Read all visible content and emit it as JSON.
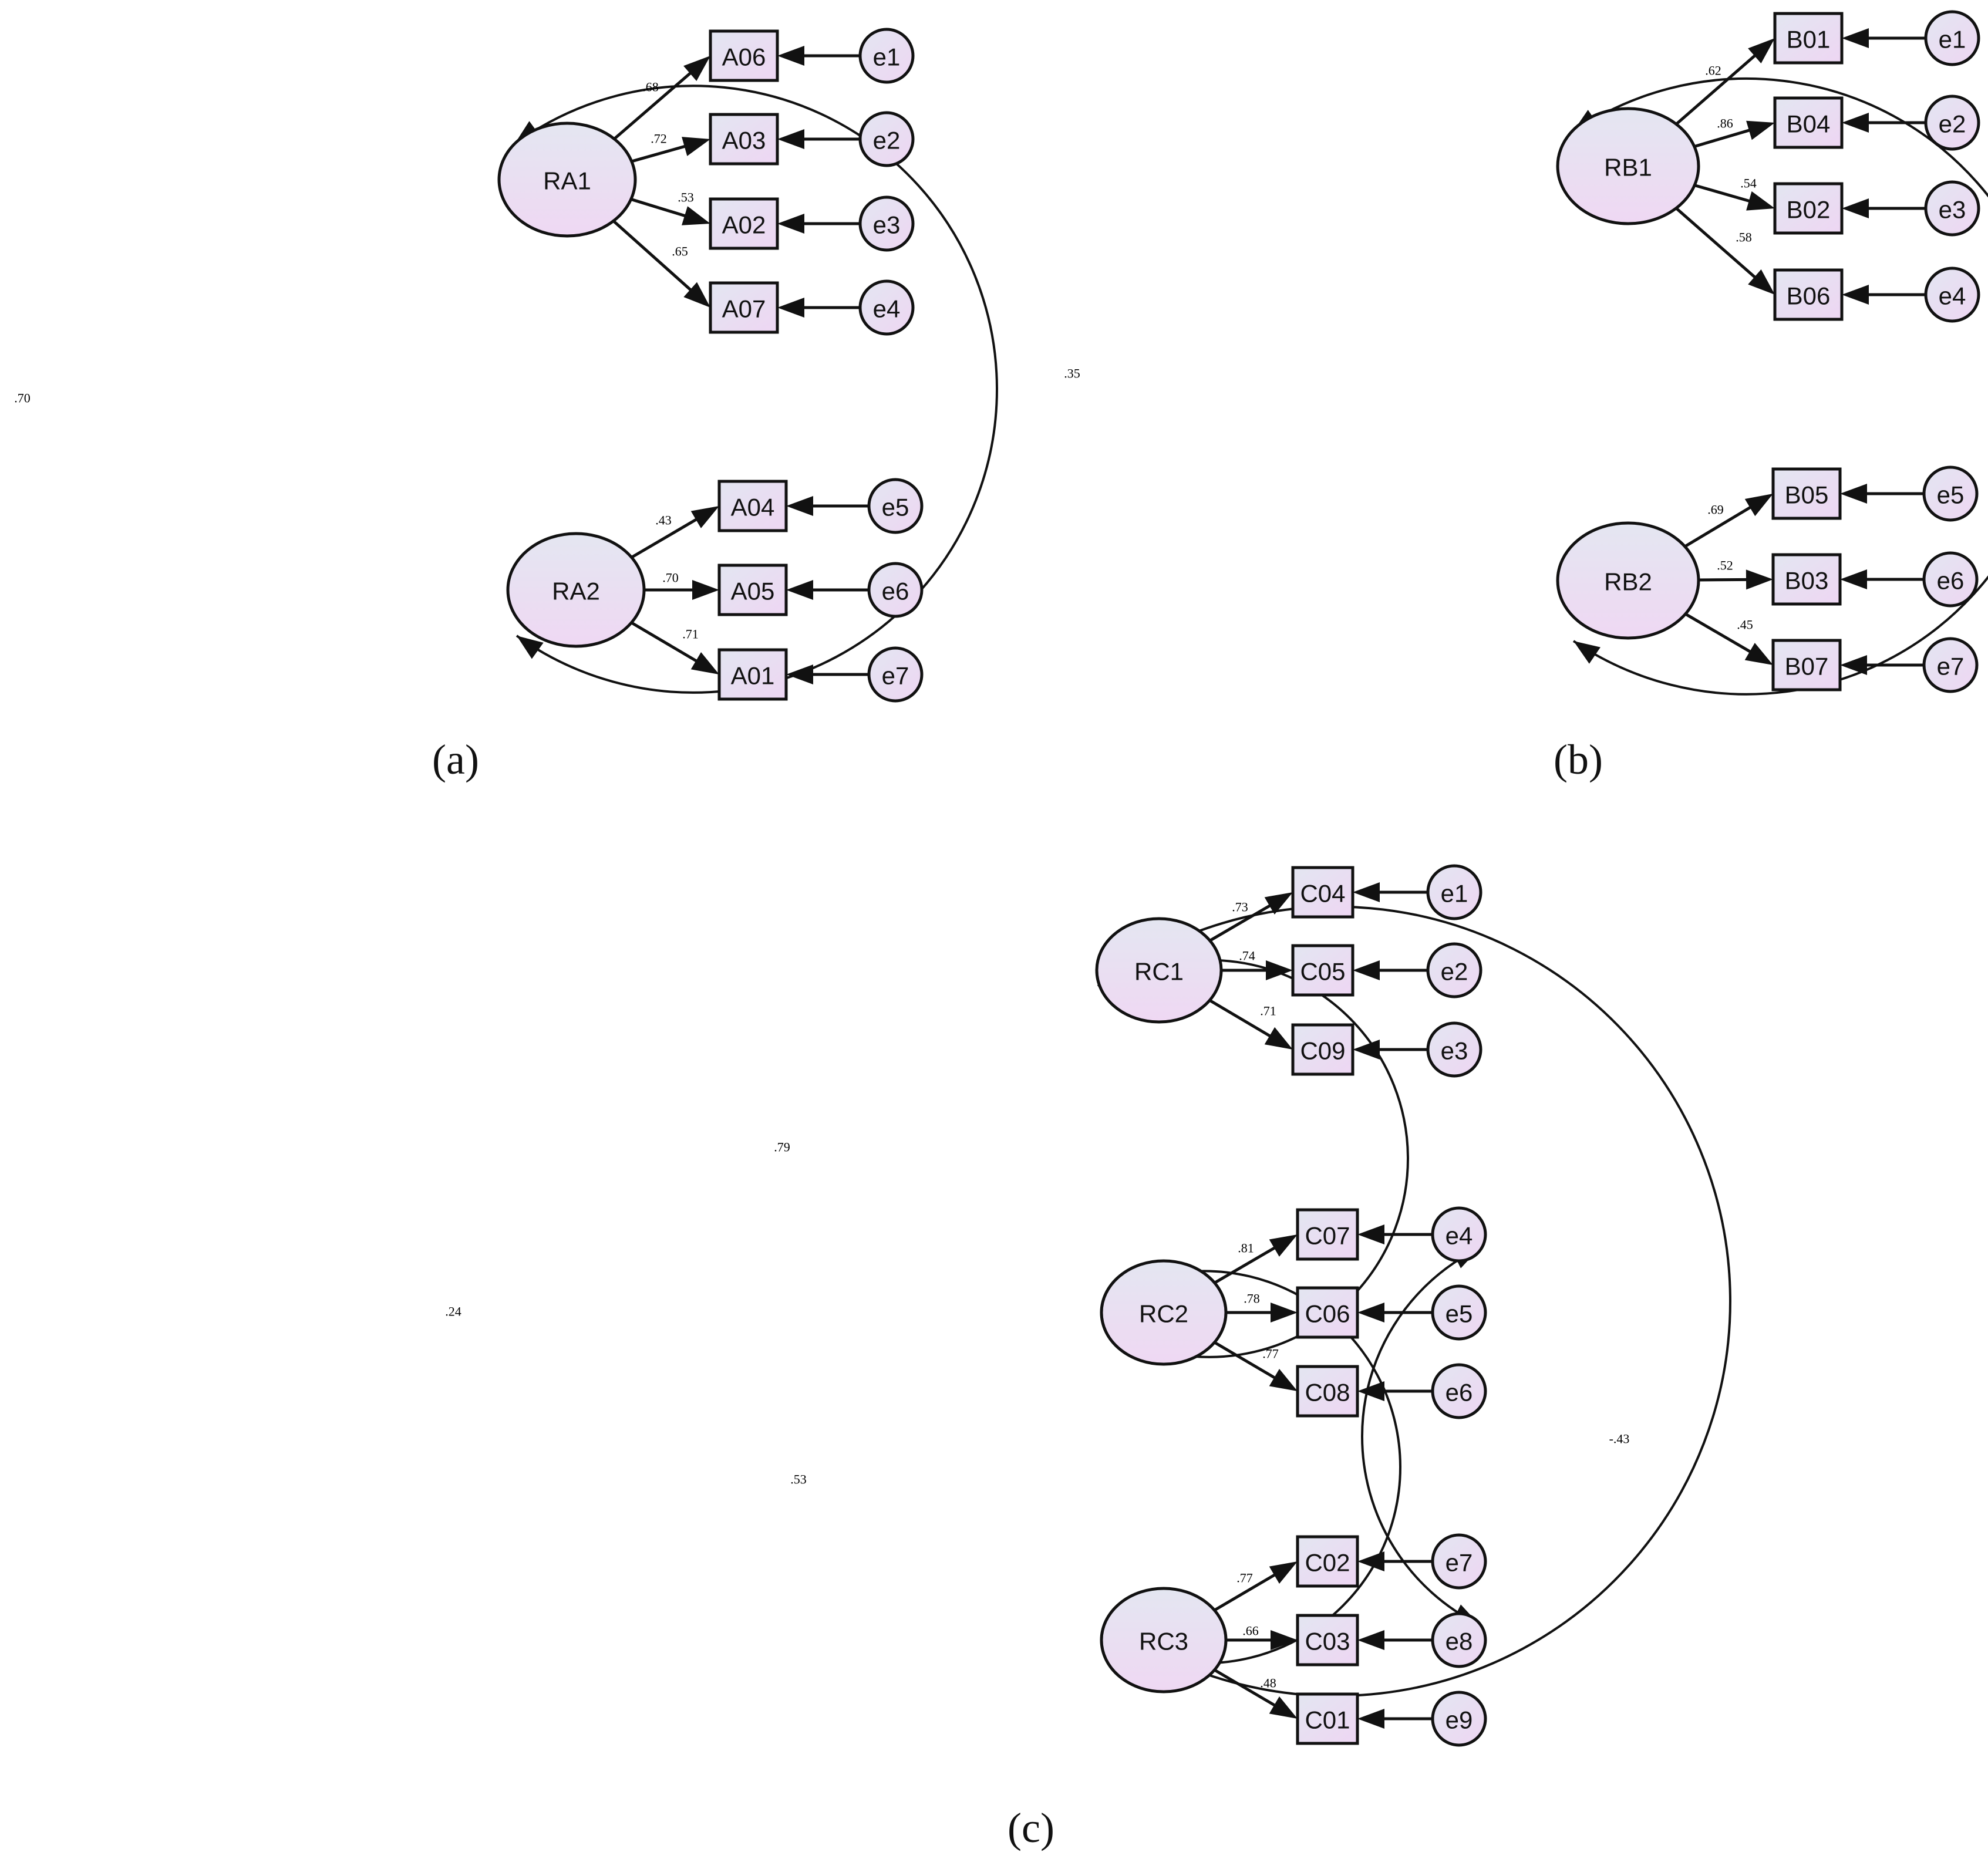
{
  "panels": [
    {
      "id": "a",
      "caption": "(a)",
      "factors": [
        {
          "name": "RA1",
          "items": [
            {
              "label": "A06",
              "loading": ".68",
              "error": "e1"
            },
            {
              "label": "A03",
              "loading": ".72",
              "error": "e2"
            },
            {
              "label": "A02",
              "loading": ".53",
              "error": "e3"
            },
            {
              "label": "A07",
              "loading": ".65",
              "error": "e4"
            }
          ]
        },
        {
          "name": "RA2",
          "items": [
            {
              "label": "A04",
              "loading": ".43",
              "error": "e5"
            },
            {
              "label": "A05",
              "loading": ".70",
              "error": "e6"
            },
            {
              "label": "A01",
              "loading": ".71",
              "error": "e7"
            }
          ]
        }
      ],
      "covariances": [
        {
          "from": "RA1",
          "to": "RA2",
          "value": ".70"
        }
      ]
    },
    {
      "id": "b",
      "caption": "(b)",
      "factors": [
        {
          "name": "RB1",
          "items": [
            {
              "label": "B01",
              "loading": ".62",
              "error": "e1"
            },
            {
              "label": "B04",
              "loading": ".86",
              "error": "e2"
            },
            {
              "label": "B02",
              "loading": ".54",
              "error": "e3"
            },
            {
              "label": "B06",
              "loading": ".58",
              "error": "e4"
            }
          ]
        },
        {
          "name": "RB2",
          "items": [
            {
              "label": "B05",
              "loading": ".69",
              "error": "e5"
            },
            {
              "label": "B03",
              "loading": ".52",
              "error": "e6"
            },
            {
              "label": "B07",
              "loading": ".45",
              "error": "e7"
            }
          ]
        }
      ],
      "covariances": [
        {
          "from": "RB1",
          "to": "RB2",
          "value": ".35"
        }
      ]
    },
    {
      "id": "c",
      "caption": "(c)",
      "factors": [
        {
          "name": "RC1",
          "items": [
            {
              "label": "C04",
              "loading": ".73",
              "error": "e1"
            },
            {
              "label": "C05",
              "loading": ".74",
              "error": "e2"
            },
            {
              "label": "C09",
              "loading": ".71",
              "error": "e3"
            }
          ]
        },
        {
          "name": "RC2",
          "items": [
            {
              "label": "C07",
              "loading": ".81",
              "error": "e4"
            },
            {
              "label": "C06",
              "loading": ".78",
              "error": "e5"
            },
            {
              "label": "C08",
              "loading": ".77",
              "error": "e6"
            }
          ]
        },
        {
          "name": "RC3",
          "items": [
            {
              "label": "C02",
              "loading": ".77",
              "error": "e7"
            },
            {
              "label": "C03",
              "loading": ".66",
              "error": "e8"
            },
            {
              "label": "C01",
              "loading": ".48",
              "error": "e9"
            }
          ]
        }
      ],
      "covariances": [
        {
          "from": "RC1",
          "to": "RC2",
          "value": ".79"
        },
        {
          "from": "RC1",
          "to": "RC3",
          "value": ".24"
        },
        {
          "from": "RC2",
          "to": "RC3",
          "value": ".53"
        },
        {
          "from": "e4",
          "to": "e8",
          "value": "-.43"
        }
      ]
    }
  ],
  "colors": {
    "line": "#111111",
    "node_fill_top": "#e4e6f1",
    "node_fill_bottom": "#efd8f3"
  }
}
